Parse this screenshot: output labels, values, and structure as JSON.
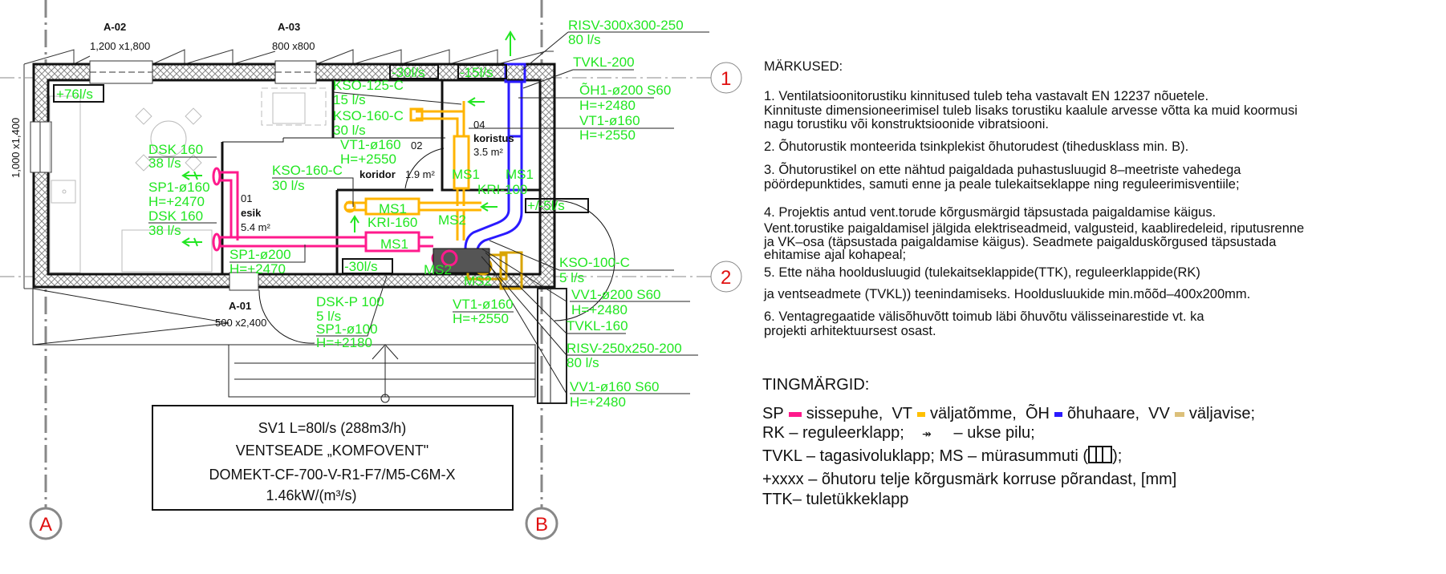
{
  "drawing": {
    "windows": [
      {
        "id": "A-02",
        "size": "1,200 x1,800"
      },
      {
        "id": "A-03",
        "size": "800 x800"
      },
      {
        "id": "A-01",
        "size": "500 x2,400"
      },
      {
        "size": "1,000 x1,400"
      }
    ],
    "grid_labels": {
      "a": "A",
      "b": "B",
      "one": "1",
      "two": "2"
    },
    "rooms": [
      {
        "number": "01",
        "name": "esik",
        "area": "5.4 m²"
      },
      {
        "number": "02",
        "name": "koridor",
        "area": "1.9 m²"
      },
      {
        "number": "04",
        "name": "koristus",
        "area": "3.5 m²"
      }
    ],
    "annotations": [
      "RISV-300x300-250",
      "80 l/s",
      "TVKL-200",
      "ÕH1-ø200  S60",
      "H=+2480",
      "VT1-ø160",
      "H=+2550",
      "KSO-125-C",
      "15  l/s",
      "KSO-160-C",
      "30  l/s",
      "VT1-ø160",
      "H=+2550",
      "DSK  160",
      "38  l/s",
      "SP1-ø160",
      "H=+2470",
      "DSK  160",
      "38  l/s",
      "KSO-160-C",
      "30  l/s",
      "SP1-ø200",
      "H=+2470",
      "+76l/s",
      "-30l/s",
      "-15l/s",
      "KRI-160",
      "KRI-100",
      "+/-5l/s",
      "-30l/s",
      "KSO-100-C",
      "5  l/s",
      "VV1-ø200  S60",
      "H=+2480",
      "TVKL-160",
      "RISV-250x250-200",
      "80  l/s",
      "VV1-ø160  S60",
      "H=+2480",
      "DSK-P  100",
      "5  l/s",
      "SP1-ø100",
      "H=+2180",
      "VT1-ø160",
      "H=+2550"
    ],
    "silencers": {
      "ms1": "MS1",
      "ms2": "MS2"
    },
    "spec_box": [
      "SV1   L=80l/s (288m3/h)",
      "VENTSEADE „KOMFOVENT\"",
      "DOMEKT-CF-700-V-R1-F7/M5-C6M-X",
      "1.46kW/(m³/s)"
    ]
  },
  "notes": {
    "title": "MÄRKUSED:",
    "lines": [
      "1.  Ventilatsioonitorustiku  kinnitused  tuleb  teha  vastavalt  EN  12237  nõuetele.",
      "Kinnituste  dimensioneerimisel  tuleb  lisaks  torustiku  kaalule  arvesse  võtta  ka  muid  koormusi",
      "nagu  torustiku  või  konstruktsioonide  vibratsiooni.",
      "2.  Õhutorustik  monteerida  tsinkplekist  õhutorudest  (tihedusklass  min.  B).",
      "3.  Õhutorustikel  on  ette  nähtud  paigaldada  puhastusluugid  8–meetriste  vahedega",
      "pöördepunktides,  samuti  enne  ja  peale  tulekaitseklappe  ning  reguleerimisventiile;",
      "4.  Projektis  antud  vent.torude  kõrgusmärgid  täpsustada  paigaldamise  käigus.",
      "Vent.torustike  paigaldamisel  jälgida  elektriseadmeid,  valgusteid,  kaabliredeleid,  riputusrenne",
      "ja  VK–osa  (täpsustada  paigaldamise  käigus).  Seadmete  paigalduskõrgused  täpsustada",
      "ehitamise  ajal  kohapeal;",
      "5.  Ette  näha  hooldusluugid    (tulekaitseklappide(TTK),  reguleerklappide(RK)",
      "ja  ventseadmete  (TVKL))  teenindamiseks.  Hooldusluukide  min.mõõd–400x200mm.",
      "6.  Ventagregaatide  välisõhuvõtt  toimub  läbi  õhuvõtu  välisseinarestide  vt.  ka",
      "projekti  arhitektuursest  osast."
    ]
  },
  "legend": {
    "title": "TINGMÄRGID:",
    "systems": [
      {
        "code": "SP",
        "label": "sissepuhe,",
        "color": "#ff1a8c"
      },
      {
        "code": "VT",
        "label": "väljatõmme,",
        "color": "#ffc000"
      },
      {
        "code": "ÕH",
        "label": "õhuhaare,",
        "color": "#2a1aff"
      },
      {
        "code": "VV",
        "label": "väljavise;",
        "color": "#dcc07a"
      }
    ],
    "rk": "RK  –  reguleerklapp;",
    "door_symbol": "↠",
    "door": "–  ukse pilu;",
    "tvkl": "TVKL  –  tagasivoluklapp;  MS  –  mürasummuti (",
    "tvkl_end": ");",
    "height": "+xxxx  –  õhutoru  telje  kõrgusmärk  korruse  põrandast,  [mm]",
    "ttk": "TTK–  tuletükkeklapp"
  }
}
